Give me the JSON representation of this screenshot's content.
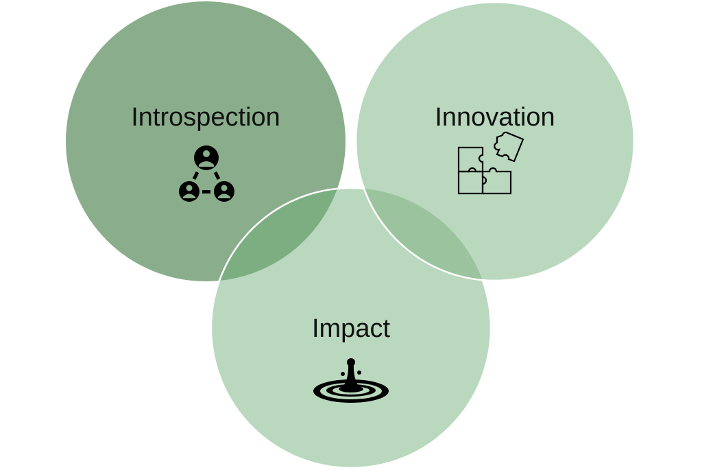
{
  "circles": [
    {
      "label": "Introspection",
      "icon": "people-network-icon",
      "color": "#8aae8c"
    },
    {
      "label": "Innovation",
      "icon": "puzzle-icon",
      "color": "#b9d8bd"
    },
    {
      "label": "Impact",
      "icon": "water-drop-ripple-icon",
      "color": "#b9d8bd"
    }
  ],
  "overlap_colors": {
    "introspection_impact": "#7dae82",
    "innovation_impact": "#9bc49e"
  }
}
